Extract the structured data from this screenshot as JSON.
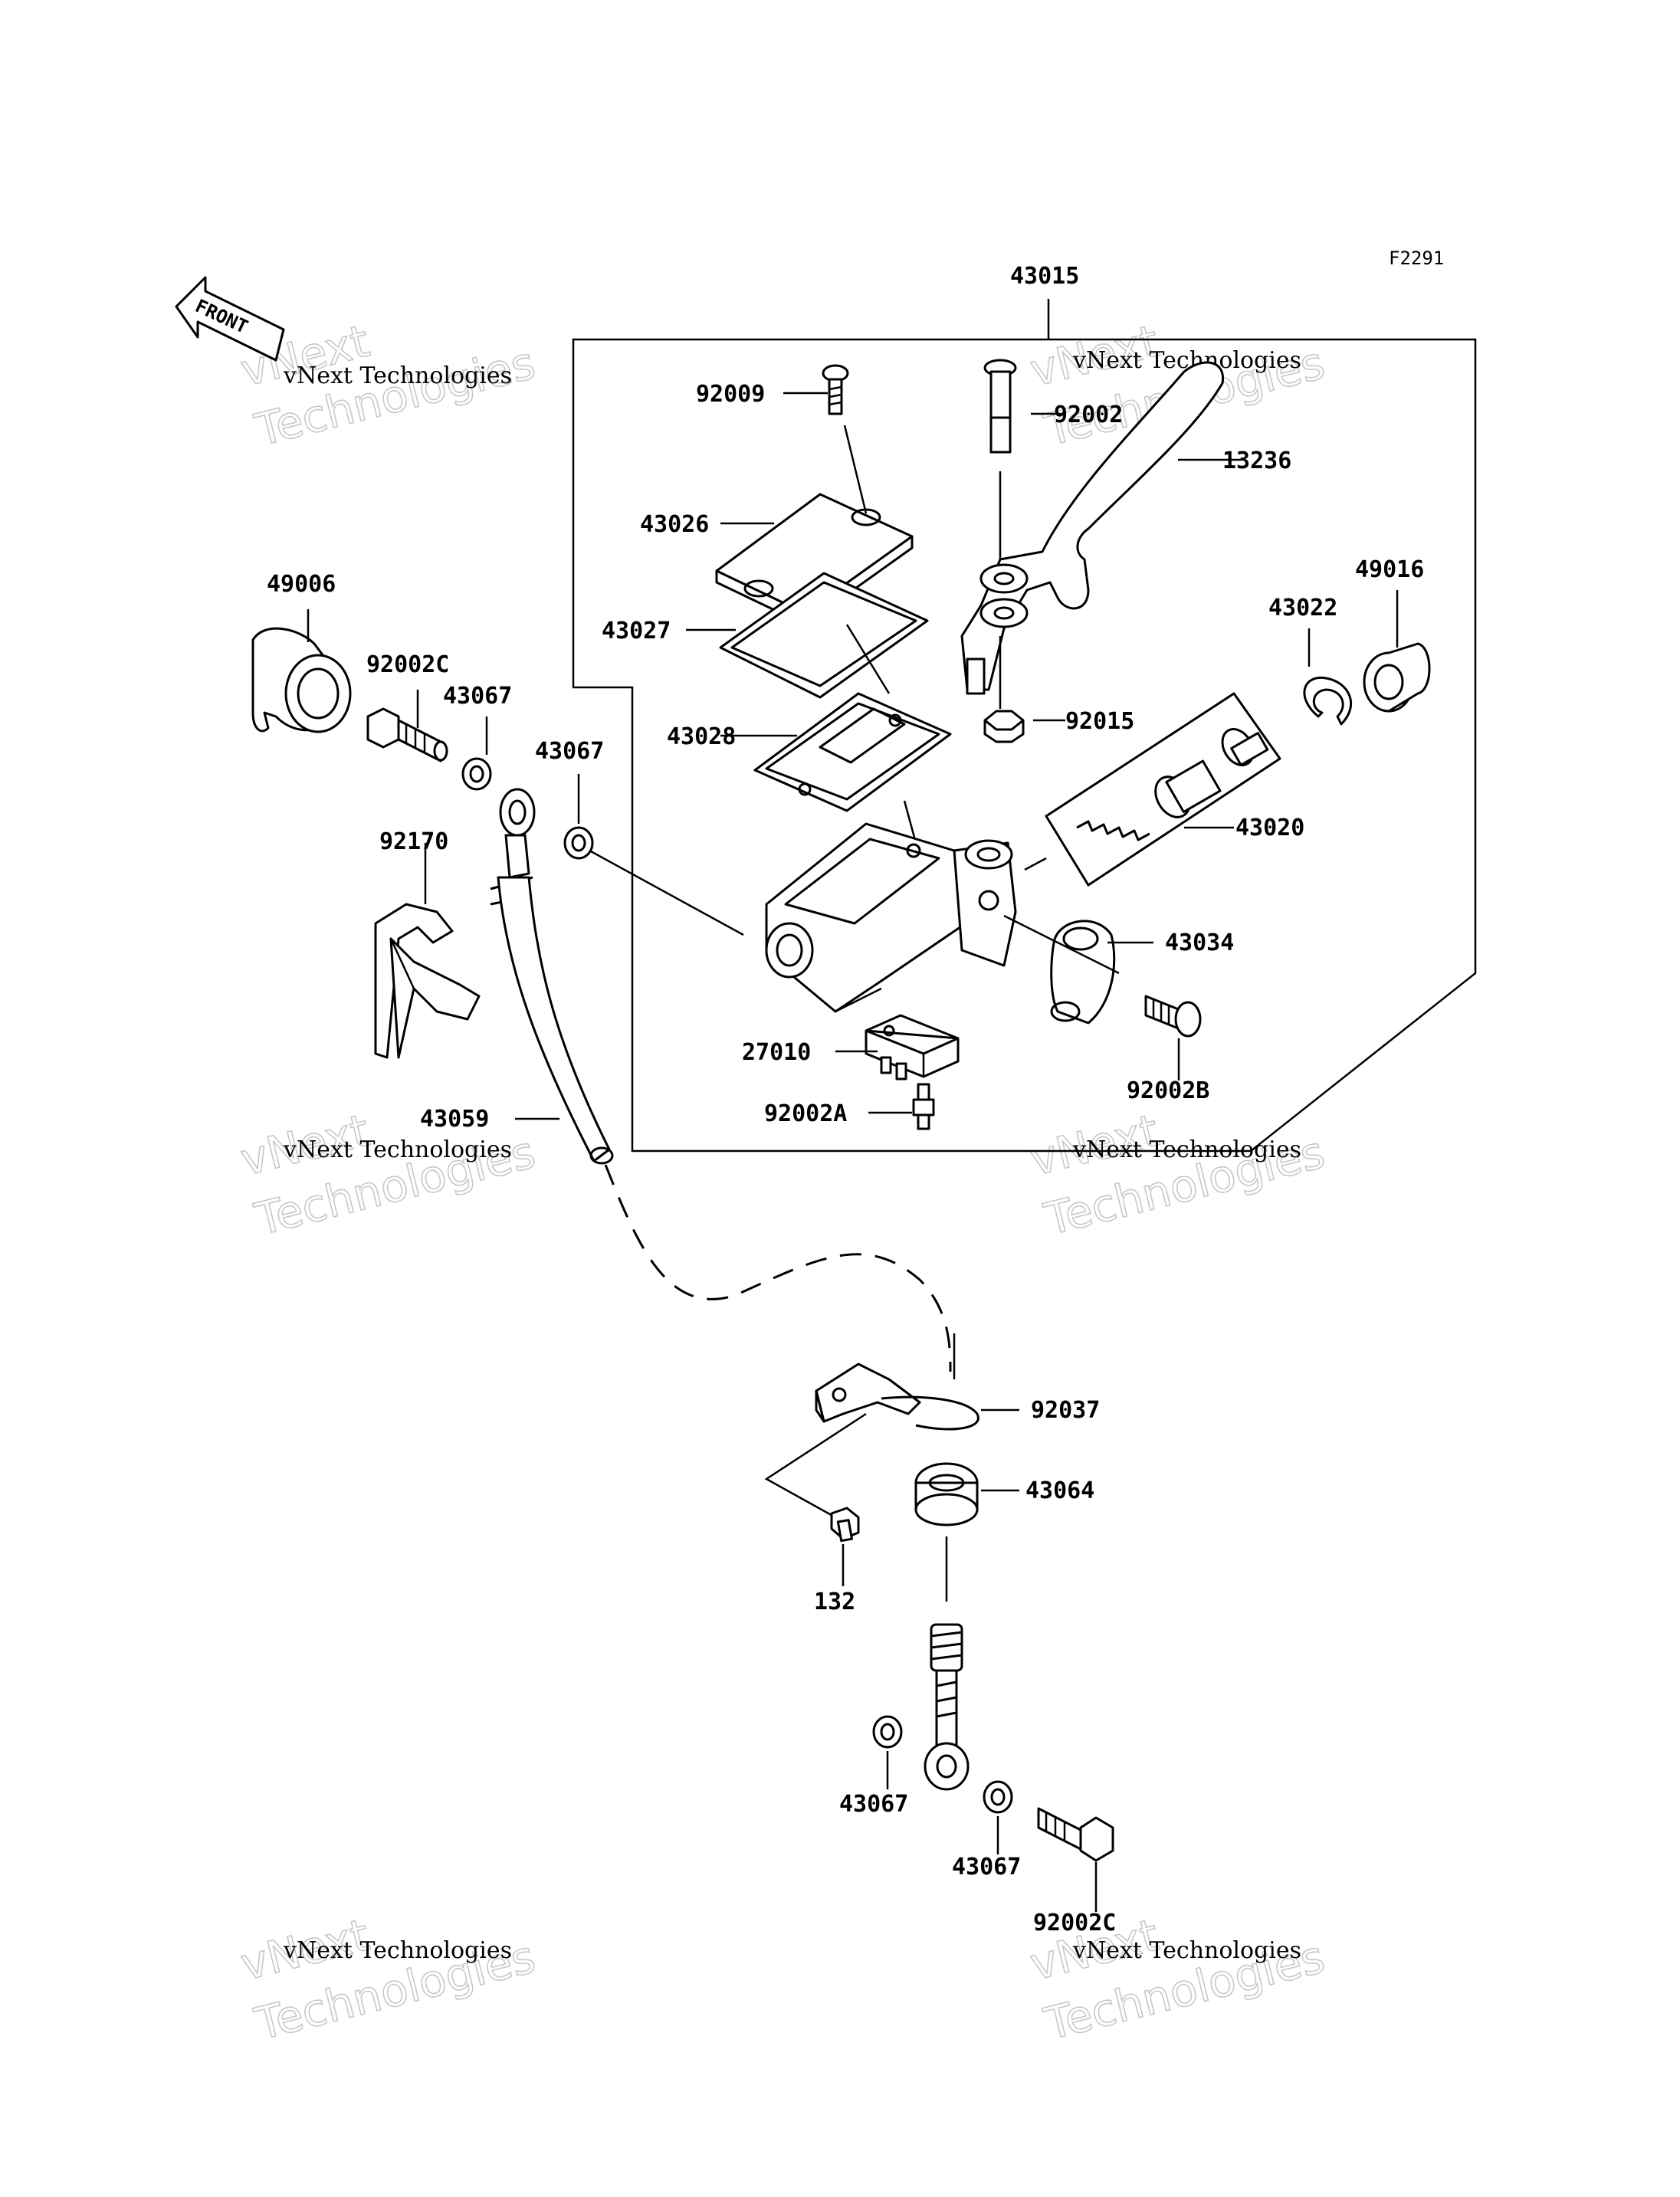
{
  "figure_code": "F2291",
  "front_label": "FRONT",
  "watermark": {
    "line1": "vNext Technologies",
    "line2": "vNext\nTechnologies"
  },
  "parts": [
    {
      "id": "43015",
      "label": "43015"
    },
    {
      "id": "92009",
      "label": "92009"
    },
    {
      "id": "92002",
      "label": "92002"
    },
    {
      "id": "13236",
      "label": "13236"
    },
    {
      "id": "43026",
      "label": "43026"
    },
    {
      "id": "43027",
      "label": "43027"
    },
    {
      "id": "43028",
      "label": "43028"
    },
    {
      "id": "49006",
      "label": "49006"
    },
    {
      "id": "92002C_top",
      "label": "92002C"
    },
    {
      "id": "43067_a",
      "label": "43067"
    },
    {
      "id": "43067_b",
      "label": "43067"
    },
    {
      "id": "92015",
      "label": "92015"
    },
    {
      "id": "43022",
      "label": "43022"
    },
    {
      "id": "49016",
      "label": "49016"
    },
    {
      "id": "43020",
      "label": "43020"
    },
    {
      "id": "92170",
      "label": "92170"
    },
    {
      "id": "43034",
      "label": "43034"
    },
    {
      "id": "27010",
      "label": "27010"
    },
    {
      "id": "92002B",
      "label": "92002B"
    },
    {
      "id": "92002A",
      "label": "92002A"
    },
    {
      "id": "43059",
      "label": "43059"
    },
    {
      "id": "92037",
      "label": "92037"
    },
    {
      "id": "43064",
      "label": "43064"
    },
    {
      "id": "132",
      "label": "132"
    },
    {
      "id": "43067_c",
      "label": "43067"
    },
    {
      "id": "43067_d",
      "label": "43067"
    },
    {
      "id": "92002C_bottom",
      "label": "92002C"
    }
  ]
}
